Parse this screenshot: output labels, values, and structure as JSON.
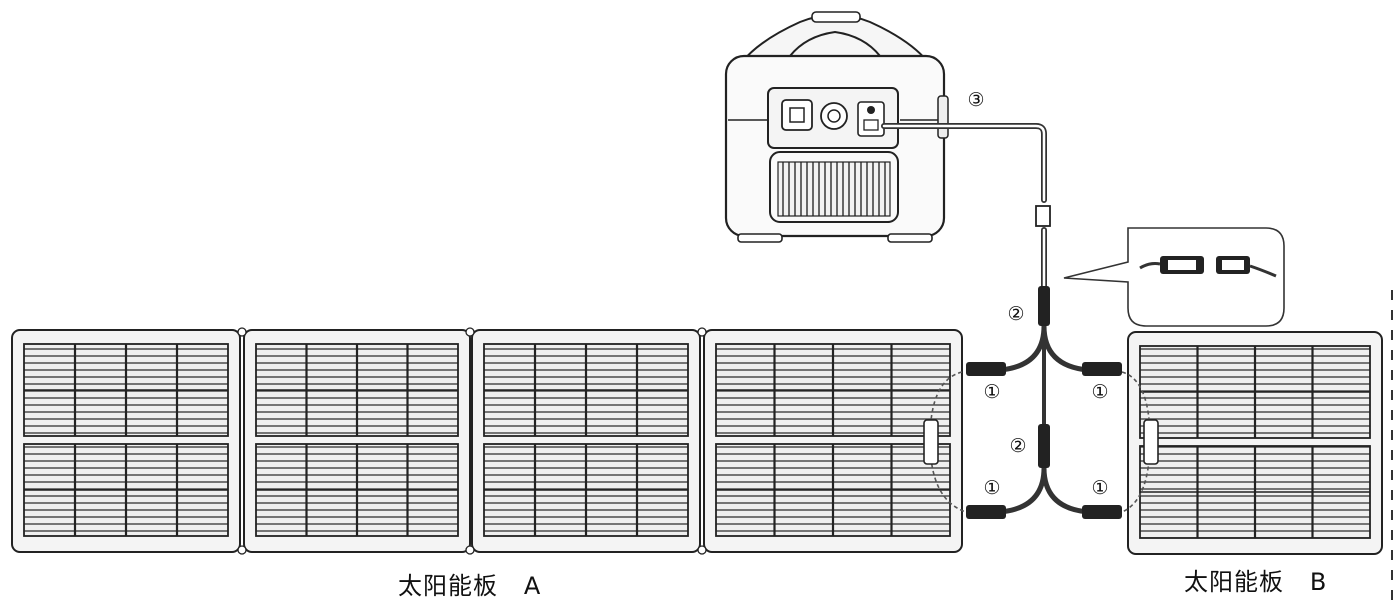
{
  "diagram": {
    "callouts": [
      "①",
      "②",
      "③"
    ],
    "captions": {
      "panel_a": "太阳能板   A",
      "panel_b": "太阳能板   B"
    },
    "stroke_color": "#222222",
    "panel_fill": "#f4f4f4",
    "cell_fill": "#e9e9e9"
  }
}
